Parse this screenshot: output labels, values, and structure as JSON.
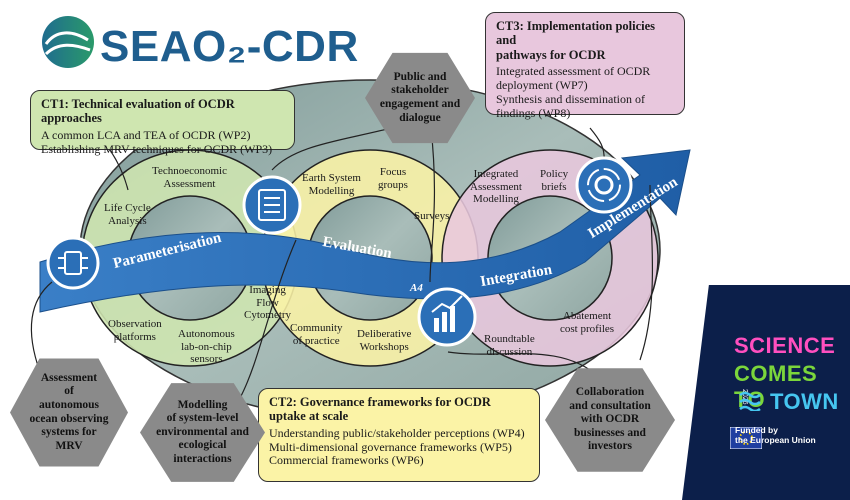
{
  "logo": {
    "text": "SEAO₂-CDR"
  },
  "ct1": {
    "title": "CT1: Technical evaluation of OCDR approaches",
    "items": [
      "A common LCA and TEA of OCDR (WP2)",
      "Establishing MRV techniques for OCDR (WP3)"
    ]
  },
  "ct2": {
    "title_line1": "CT2: Governance frameworks for OCDR",
    "title_line2": "uptake at scale",
    "items": [
      "Understanding public/stakeholder perceptions (WP4)",
      "Multi-dimensional governance frameworks (WP5)",
      "Commercial frameworks (WP6)"
    ]
  },
  "ct3": {
    "title_line1": "CT3: Implementation policies and",
    "title_line2": "pathways for OCDR",
    "items": [
      "Integrated assessment of OCDR",
      "deployment (WP7)",
      "Synthesis and dissemination of",
      "findings (WP8)"
    ]
  },
  "hexes": {
    "public": [
      "Public and",
      "stakeholder",
      "engagement and",
      "dialogue"
    ],
    "assessment": [
      "Assessment",
      "of",
      "autonomous",
      "ocean observing",
      "systems for",
      "MRV"
    ],
    "modelling": [
      "Modelling",
      "of system-level",
      "environmental and",
      "ecological",
      "interactions"
    ],
    "collab": [
      "Collaboration",
      "and consultation",
      "with OCDR",
      "businesses and",
      "investors"
    ]
  },
  "stages": {
    "parameterisation": "Parameterisation",
    "evaluation": "Evaluation",
    "integration": "Integration",
    "implementation": "Implementation",
    "a4": "A4"
  },
  "labels": {
    "tea": [
      "Technoeconomic",
      "Assessment"
    ],
    "lca": [
      "Life Cycle",
      "Analysis"
    ],
    "obs": [
      "Observation",
      "platforms"
    ],
    "lab": [
      "Autonomous",
      "lab-on-chip",
      "sensors"
    ],
    "ifc": [
      "Imaging",
      "Flow",
      "Cytometry"
    ],
    "esm": [
      "Earth System",
      "Modelling"
    ],
    "focus": [
      "Focus",
      "groups"
    ],
    "surveys": "Surveys",
    "cop": [
      "Community",
      "of practice"
    ],
    "delib": [
      "Deliberative",
      "Workshops"
    ],
    "iam": [
      "Integrated",
      "Assessment",
      "Modelling"
    ],
    "policy": [
      "Policy",
      "briefs"
    ],
    "abate": [
      "Abatement",
      "cost profiles"
    ],
    "round": [
      "Roundtable",
      "discussion"
    ]
  },
  "sctt": {
    "line1": "SCIENCE",
    "line2": "COMES TO",
    "line3": "TOWN",
    "year": "2026",
    "funded": [
      "Funded by",
      "the European Union"
    ]
  },
  "colors": {
    "green": "#cfe6b0",
    "yellow": "#fbf3a6",
    "pink": "#e8c7dd",
    "blue": "#2b6fb7",
    "hex": "#8a8a8a",
    "navy": "#0c1f4a"
  }
}
